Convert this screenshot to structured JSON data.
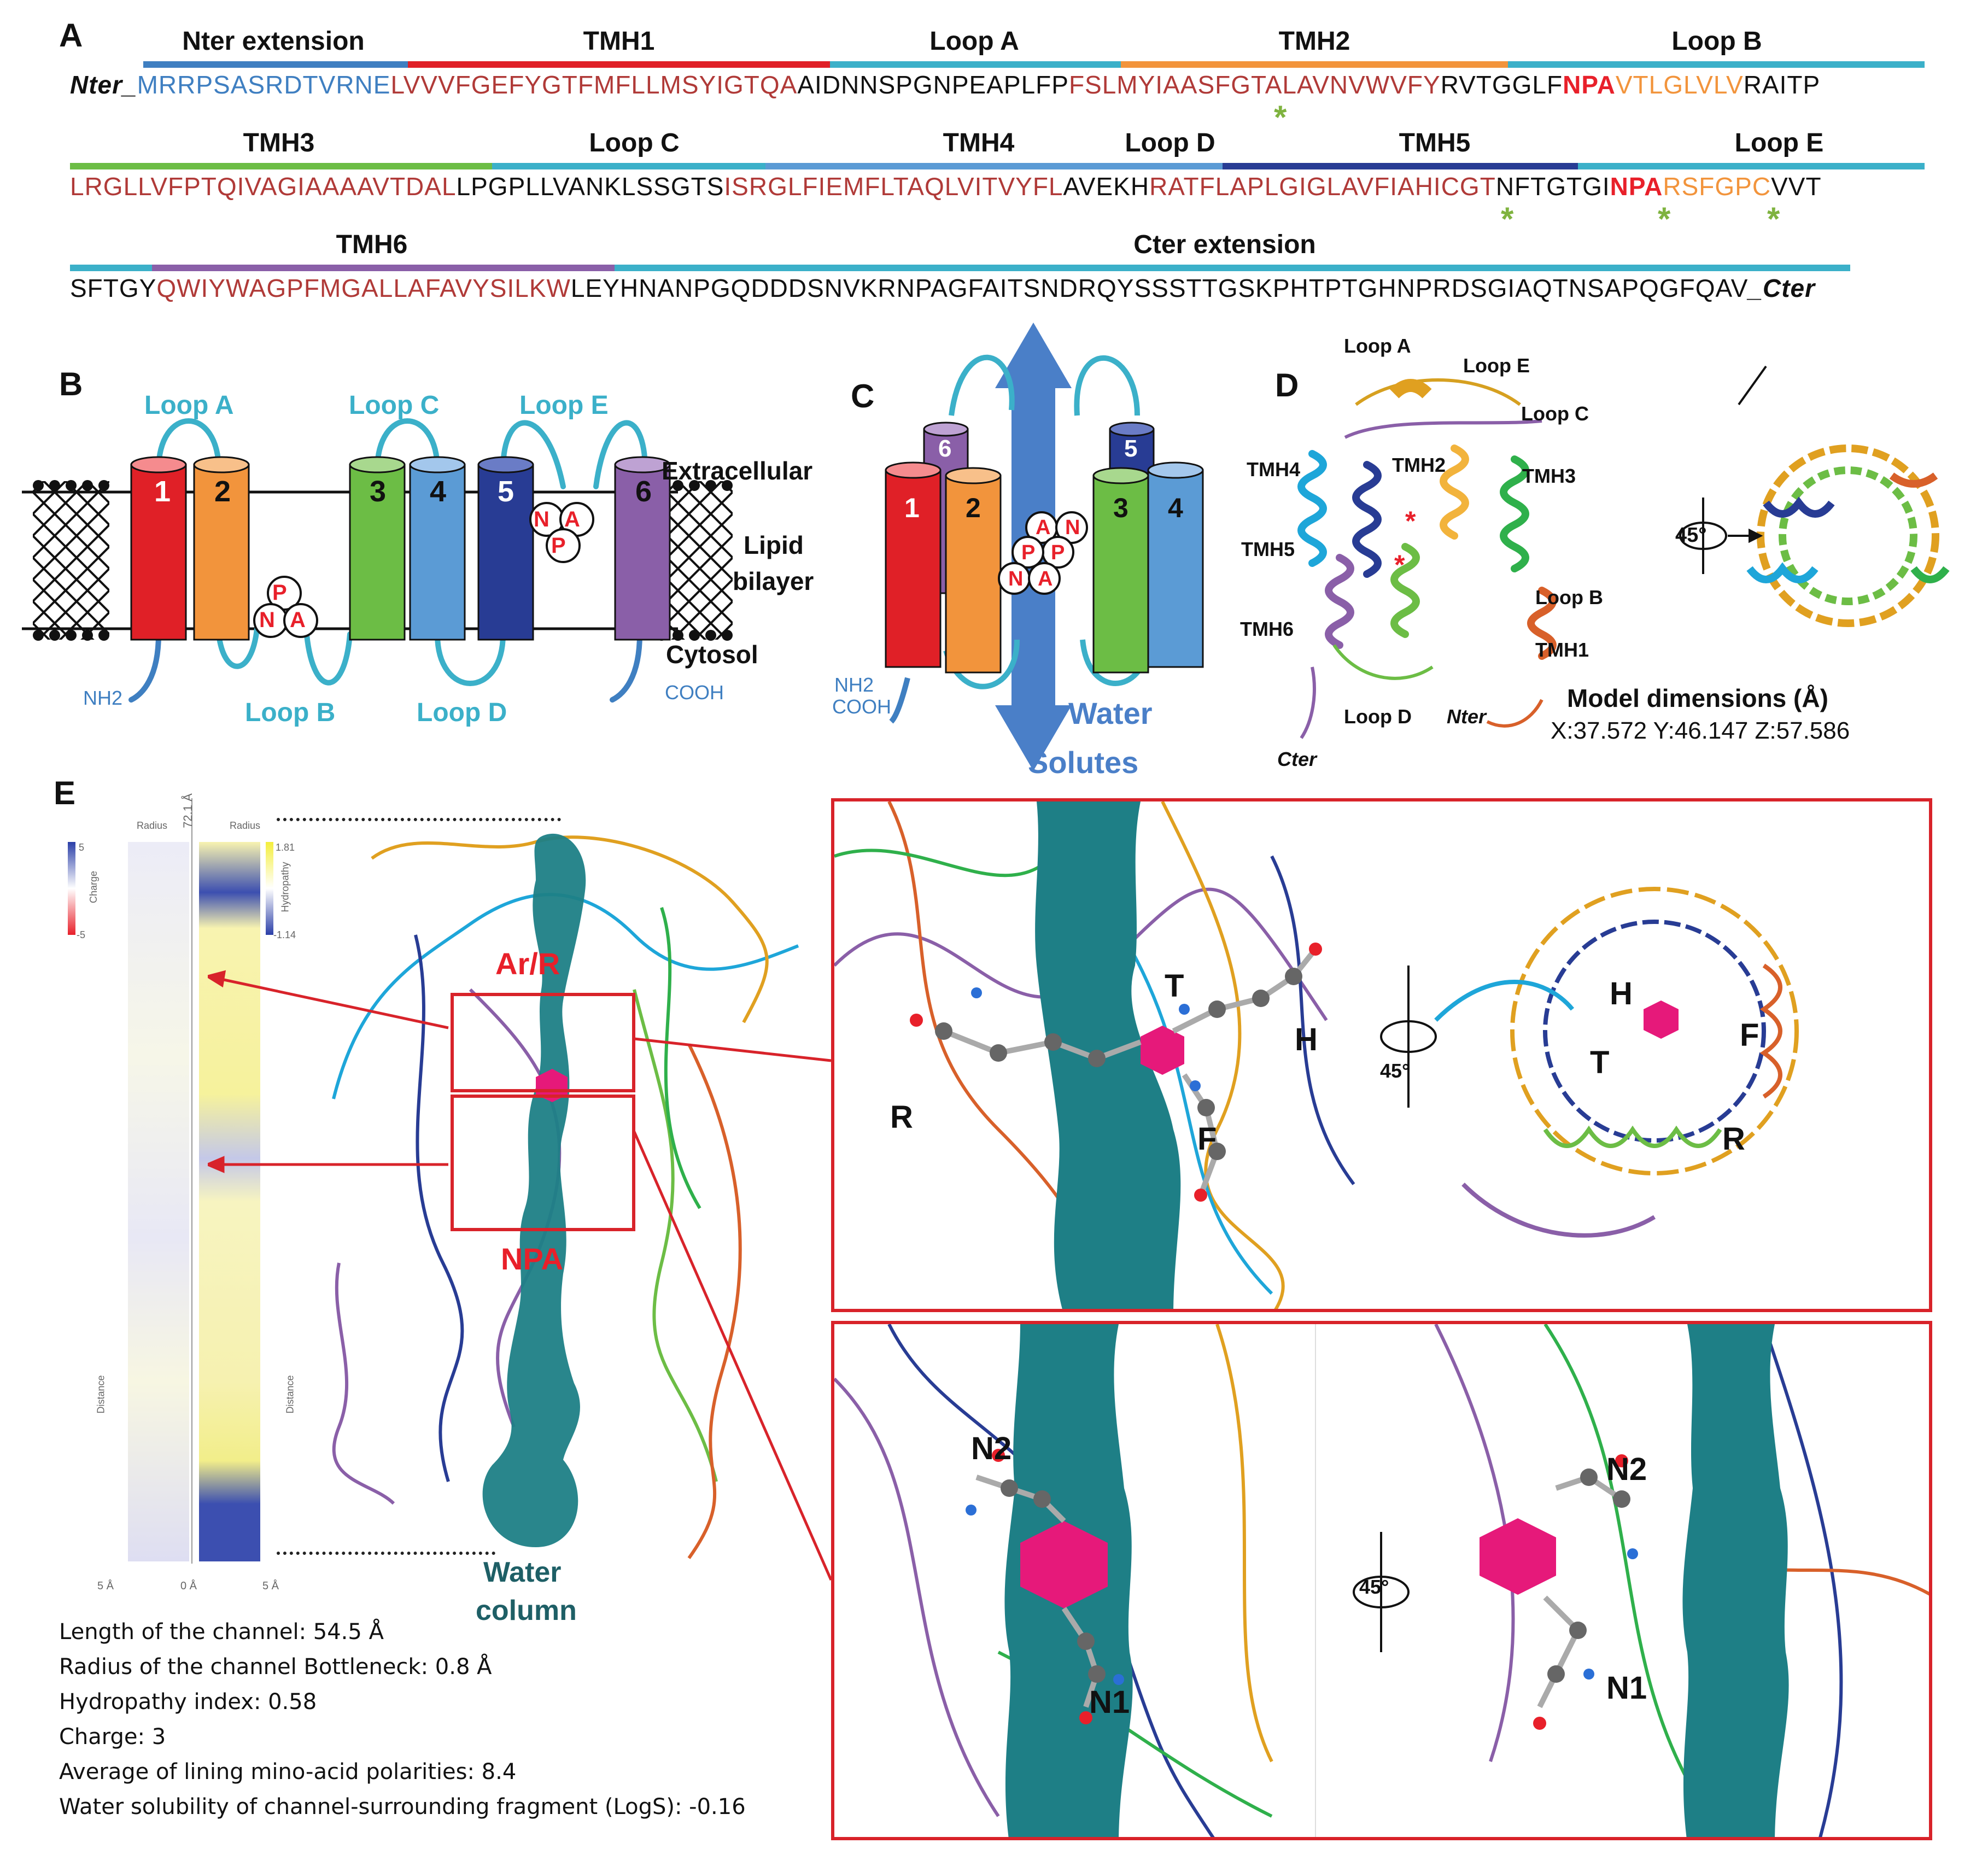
{
  "panel_letters": {
    "a": "A",
    "b": "B",
    "c": "C",
    "d": "D",
    "e": "E"
  },
  "panelA": {
    "row1": {
      "labels": {
        "nter": "Nter extension",
        "tmh1": "TMH1",
        "loopA": "Loop A",
        "tmh2": "TMH2",
        "loopB": "Loop B"
      },
      "prefix": "Nter_",
      "s1": "MRRPSASRDTVRNE",
      "s2": "LVVVFGEFYGTFMFLLMSYIGTQA",
      "s3": "AIDNNSPGNPEAPLFP",
      "s4": "FSLMYIAASFGTALAVNVWVFY",
      "s5": "RVTGGLF",
      "s6": "NPA",
      "s7": "VTLGLVLV",
      "s8": "RAITP"
    },
    "row2": {
      "labels": {
        "tmh3": "TMH3",
        "loopC": "Loop C",
        "tmh4": "TMH4",
        "loopD": "Loop D",
        "tmh5": "TMH5",
        "loopE": "Loop E"
      },
      "s1": "LRGLLVFPTQIVAGIAAAAVTDAL",
      "s2": "LPGPLLVANKLSSGTS",
      "s3": "ISRGLFIEMFLTAQLVITVYFL",
      "s4": "AVEKH",
      "s5": "RATFLAPLGIGLAVFIAHICGT",
      "s6": "NFTGTGI",
      "s7": "NPA",
      "s8": "RSFGPC",
      "s9": "VVT"
    },
    "row3": {
      "labels": {
        "tmh6": "TMH6",
        "cter": "Cter extension"
      },
      "s1": "SFTGY",
      "s2": "QWIYWAGPFMGALLAFAVYSILKW",
      "s3": "LEYHNANPGQDDDSNVKRNPAGFAITSNDRQYSSSTTGSKPHTPTGHNPRDSGIAQTNSAPQGFQAV",
      "suffix": "_Cter"
    },
    "star": "*"
  },
  "panelB": {
    "helices": [
      "1",
      "2",
      "3",
      "4",
      "5",
      "6"
    ],
    "loops": {
      "a": "Loop A",
      "b": "Loop B",
      "c": "Loop C",
      "d": "Loop D",
      "e": "Loop E"
    },
    "extracellular": "Extracellular",
    "lipid1": "Lipid",
    "lipid2": "bilayer",
    "cytosol": "Cytosol",
    "nh2": "NH2",
    "cooh": "COOH",
    "npa": [
      "N",
      "P",
      "A"
    ]
  },
  "panelC": {
    "helices": [
      "1",
      "2",
      "3",
      "4",
      "5",
      "6"
    ],
    "nh2": "NH2",
    "cooh": "COOH",
    "water": "Water",
    "solutes": "Solutes"
  },
  "panelD": {
    "labels": {
      "loopA": "Loop A",
      "loopE": "Loop E",
      "loopC": "Loop C",
      "tmh4": "TMH4",
      "tmh2": "TMH2",
      "tmh3": "TMH3",
      "tmh5": "TMH5",
      "loopB": "Loop B",
      "tmh6": "TMH6",
      "tmh1": "TMH1",
      "loopD": "Loop D",
      "nter": "Nter",
      "cter": "Cter"
    },
    "rotation": "45°",
    "dims_title": "Model dimensions (Å)",
    "dims": "X:37.572 Y:46.147 Z:57.586"
  },
  "panelE": {
    "profile_length": "72.1 Å",
    "charge_label": "Charge",
    "charge_hi": "5",
    "charge_lo": "-5",
    "hydro_label": "Hydropathy",
    "hydro_hi": "1.81",
    "hydro_lo": "-1.14",
    "radius": "Radius",
    "distance": "Distance",
    "scale_left": "5 Å",
    "scale_mid": "0 Å",
    "scale_right": "5 Å",
    "arr": "Ar/R",
    "npa": "NPA",
    "water": "Water",
    "column": "column",
    "residues_top": {
      "r": "R",
      "t": "T",
      "h": "H",
      "f": "F"
    },
    "residues_bottom": {
      "n1": "N1",
      "n2": "N2"
    },
    "rotation": "45°",
    "stats": [
      "Length of the channel: 54.5 Å",
      "Radius of the channel Bottleneck: 0.8 Å",
      "Hydropathy index: 0.58",
      "Charge: 3",
      "Average of lining mino-acid polarities: 8.4",
      "Water solubility of channel-surrounding fragment (LogS): -0.16"
    ]
  },
  "colors": {
    "tmh1": "#e02027",
    "tmh2": "#f2943c",
    "tmh3": "#6cbd45",
    "tmh4": "#5b9bd5",
    "tmh5": "#283c94",
    "tmh6": "#8a5fa8",
    "loop": "#3bb0c9",
    "nter": "#3f7fc1",
    "seq_red": "#b03a38",
    "npa_red": "#e8202a",
    "channel": "#1e7f86",
    "box_red": "#d8232a"
  }
}
